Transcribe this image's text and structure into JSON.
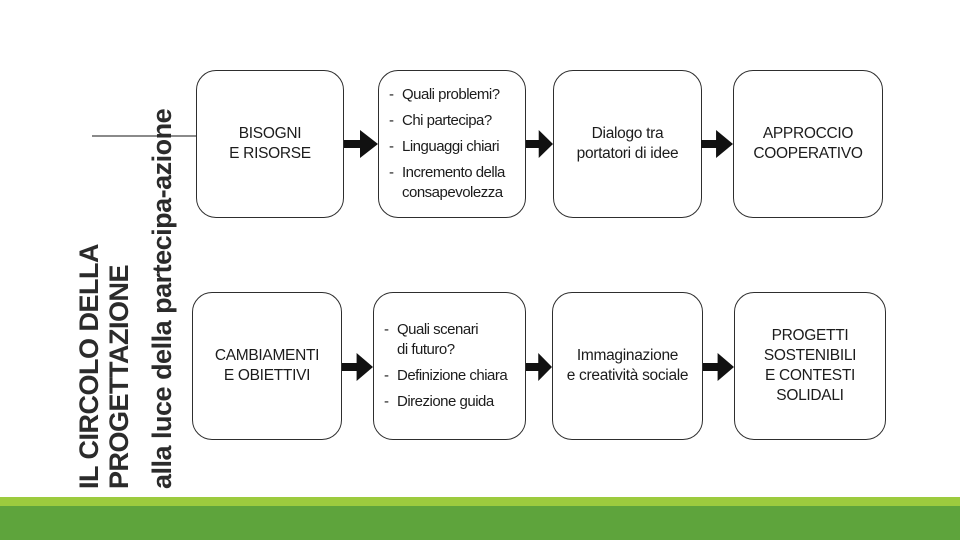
{
  "slide": {
    "title": {
      "line1": "IL CIRCOLO DELLA",
      "line2": "PROGETTAZIONE",
      "subtitle": "alla luce della partecipa-azione"
    },
    "colors": {
      "green_light": "#9CCB3E",
      "green_dark": "#5EA43C",
      "rule_gray": "#8a8a8a"
    }
  },
  "flowchart": {
    "row1": {
      "box1": {
        "lines": [
          "BISOGNI",
          "E RISORSE"
        ]
      },
      "box2": {
        "items": [
          "Quali problemi?",
          "Chi partecipa?",
          "Linguaggi chiari",
          "Incremento della\nconsapevolezza"
        ]
      },
      "box3": {
        "lines": [
          "Dialogo tra",
          "portatori di idee"
        ]
      },
      "box4": {
        "lines": [
          "APPROCCIO",
          "COOPERATIVO"
        ]
      }
    },
    "row2": {
      "box1": {
        "lines": [
          "CAMBIAMENTI",
          "E OBIETTIVI"
        ]
      },
      "box2": {
        "items": [
          "Quali scenari\ndi futuro?",
          "Definizione chiara",
          "Direzione guida"
        ]
      },
      "box3": {
        "lines": [
          "Immaginazione",
          "e creatività sociale"
        ]
      },
      "box4": {
        "lines": [
          "PROGETTI",
          "SOSTENIBILI",
          "E CONTESTI",
          "SOLIDALI"
        ]
      }
    }
  }
}
